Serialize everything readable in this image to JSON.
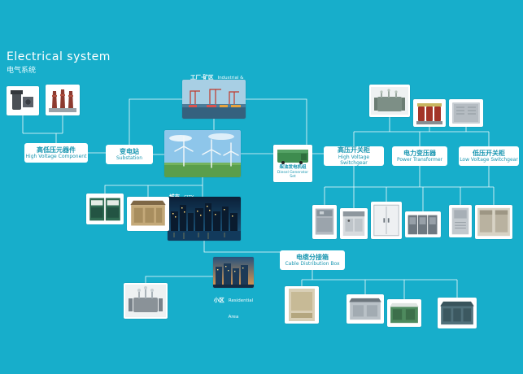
{
  "page": {
    "title": "Electrical system",
    "subtitle": "电气系统"
  },
  "colors": {
    "background": "#17AECB",
    "label_text": "#1795B0",
    "connector": "#FFFFFF"
  },
  "labels": {
    "hv_component": {
      "zh": "高低压元器件",
      "en": "High Voltage Component"
    },
    "substation": {
      "zh": "变电站",
      "en": "Substation"
    },
    "hv_switchgear": {
      "zh": "高压开关柜",
      "en": "High Voltage Switchgear"
    },
    "power_transformer": {
      "zh": "电力变压器",
      "en": "Power Transformer"
    },
    "lv_switchgear": {
      "zh": "低压开关柜",
      "en": "Low Voltage Switchgear"
    },
    "cable_distribution_box": {
      "zh": "电缆分接箱",
      "en": "Cable Distribution Box"
    }
  },
  "photos": {
    "industrial": {
      "zh": "工厂·矿区",
      "en": "Industrial & Mining Enterprise, Oil Field"
    },
    "city": {
      "zh": "城市",
      "en": "CITY"
    },
    "residential": {
      "zh": "小区",
      "en": "Residential Area"
    }
  },
  "products": {
    "genset": {
      "caption_zh": "柴油发电机组",
      "caption_en": "Diesel Generator Set"
    }
  }
}
